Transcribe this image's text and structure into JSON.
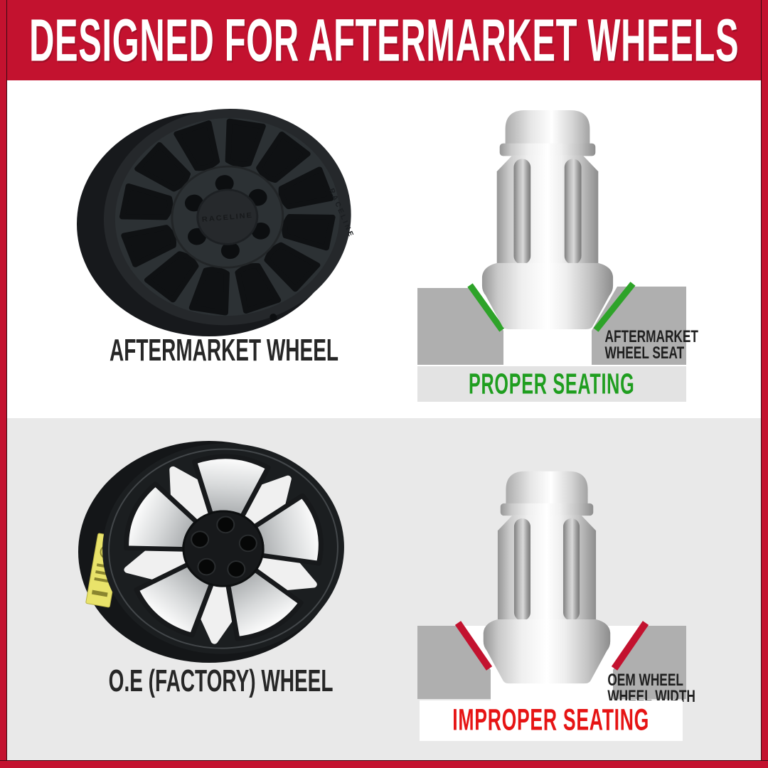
{
  "banner": {
    "title": "DESIGNED FOR AFTERMARKET WHEELS",
    "bg_color": "#C3122F",
    "text_color": "#FFFFFF"
  },
  "frame": {
    "border_color": "#C3122F"
  },
  "aftermarket": {
    "wheel_label": "AFTERMARKET WHEEL",
    "wheel_brand": "RACELINE",
    "seat_label_line1": "AFTERMARKET",
    "seat_label_line2": "WHEEL SEAT",
    "caption": "PROPER SEATING",
    "caption_color": "#1F9E1F",
    "highlight_color": "#2EA329",
    "section_bg": "#FFFFFF"
  },
  "oem": {
    "wheel_label": "O.E (FACTORY) WHEEL",
    "seat_label_line1": "OEM WHEEL",
    "seat_label_line2": "WHEEL WIDTH",
    "caption": "IMPROPER SEATING",
    "caption_color": "#E61414",
    "highlight_color": "#C3122F",
    "section_bg": "#E9E9E9",
    "sticker_color": "#E9E36A"
  },
  "diagram_colors": {
    "wheel_block_gray": "#AFAFAF",
    "proper_bar_gray": "#E3E3E3",
    "improper_bar_white": "#FFFFFF"
  }
}
